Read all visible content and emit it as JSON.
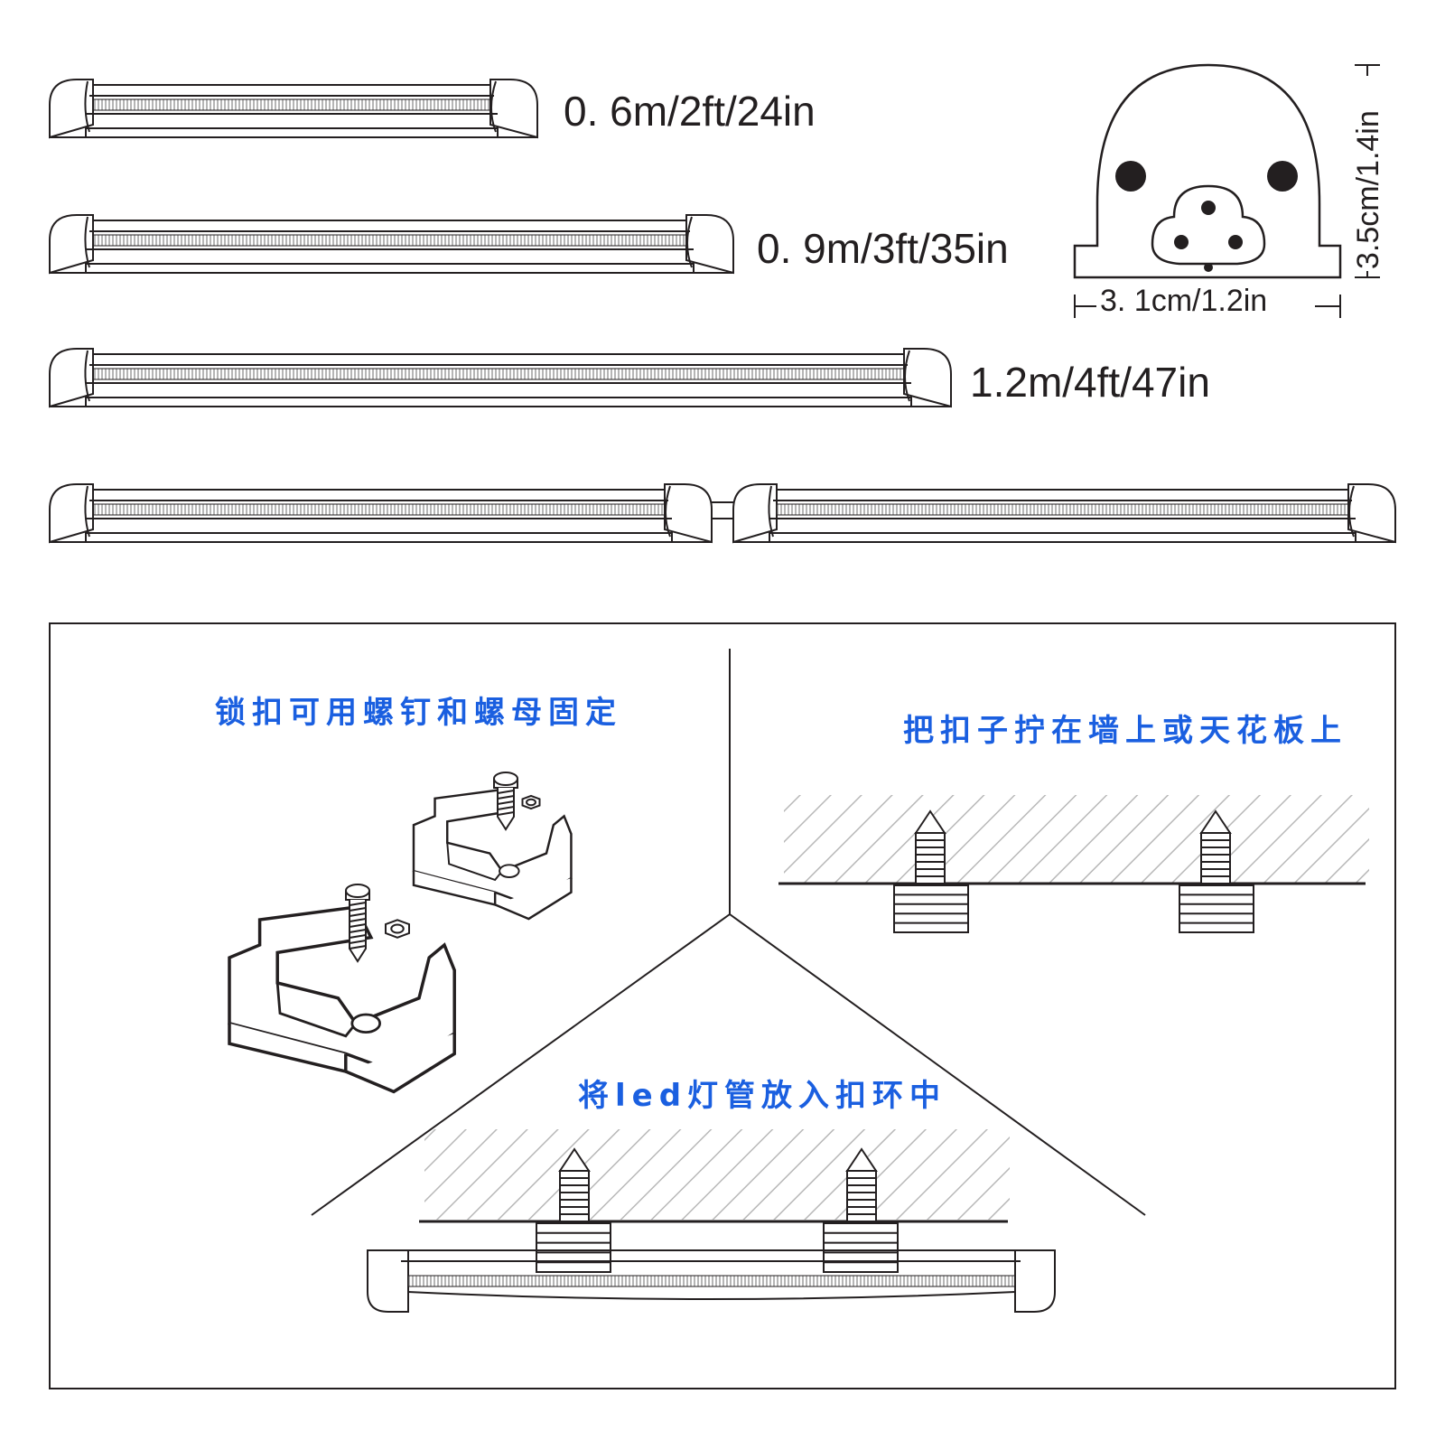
{
  "sizes": [
    {
      "label": "0. 6m/2ft/24in"
    },
    {
      "label": "0. 9m/3ft/35in"
    },
    {
      "label": "1.2m/4ft/47in"
    }
  ],
  "profile": {
    "width_label": "3. 1cm/1.2in",
    "height_label": "3.5cm/1.4in"
  },
  "steps": {
    "step1": "锁扣可用螺钉和螺母固定",
    "step2": "把扣子拧在墙上或天花板上",
    "step3": "将led灯管放入扣环中"
  },
  "colors": {
    "line": "#231f20",
    "step_text": "#1a5fe0",
    "hatch": "#b8b8b8"
  }
}
